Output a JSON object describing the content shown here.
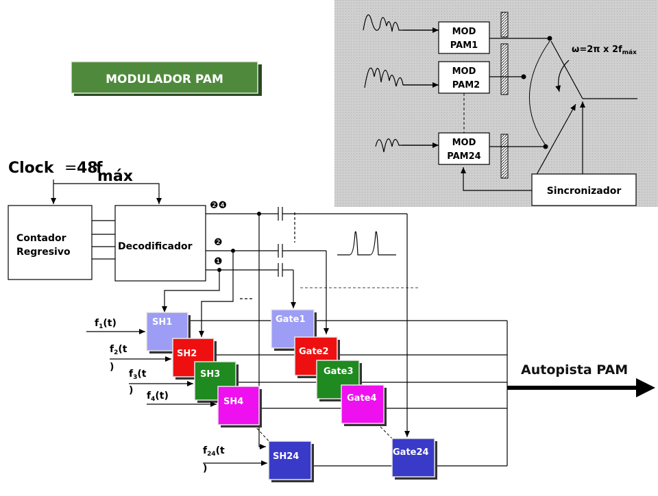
{
  "title": "MODULADOR PAM",
  "clock": {
    "label": "Clock",
    "equals": "=",
    "value": "48",
    "dot": "·",
    "f": "f",
    "sub": "máx"
  },
  "counter": {
    "line1": "Contador",
    "line2": "Regresivo"
  },
  "decoder": "Decodificador",
  "markers": {
    "m24": "❷❹",
    "m2": "❷",
    "m1": "❶"
  },
  "sh": [
    "SH1",
    "SH2",
    "SH3",
    "SH4",
    "SH24"
  ],
  "gates": [
    "Gate1",
    "Gate2",
    "Gate3",
    "Gate4",
    "Gate24"
  ],
  "inputs": {
    "f1": {
      "base": "f",
      "sub": "1",
      "tail": "(t)"
    },
    "f2": {
      "base": "f",
      "sub": "2",
      "tail": "(t",
      "close": ")"
    },
    "f3": {
      "base": "f",
      "sub": "3",
      "tail": "(t",
      "close": ")"
    },
    "f4": {
      "base": "f",
      "sub": "4",
      "tail": "(t)"
    },
    "f24": {
      "base": "f",
      "sub": "24",
      "tail": "(t",
      "close": ")"
    }
  },
  "highway": "Autopista PAM",
  "inset": {
    "mod1": {
      "a": "MOD",
      "b": "PAM1"
    },
    "mod2": {
      "a": "MOD",
      "b": "PAM2"
    },
    "mod24": {
      "a": "MOD",
      "b": "PAM24"
    },
    "sync": "Sincronizador",
    "omega": {
      "w": "ω",
      "eq": "=2π x 2f",
      "sub": "máx"
    }
  },
  "colors": {
    "title_bg": "#4f8a3c",
    "sh1": "#9d9df5",
    "sh2": "#ee1010",
    "sh3": "#1f8a1f",
    "sh4": "#ee10ee",
    "sh24": "#3a3ac8",
    "inset_bg": "#c8c8c8"
  }
}
